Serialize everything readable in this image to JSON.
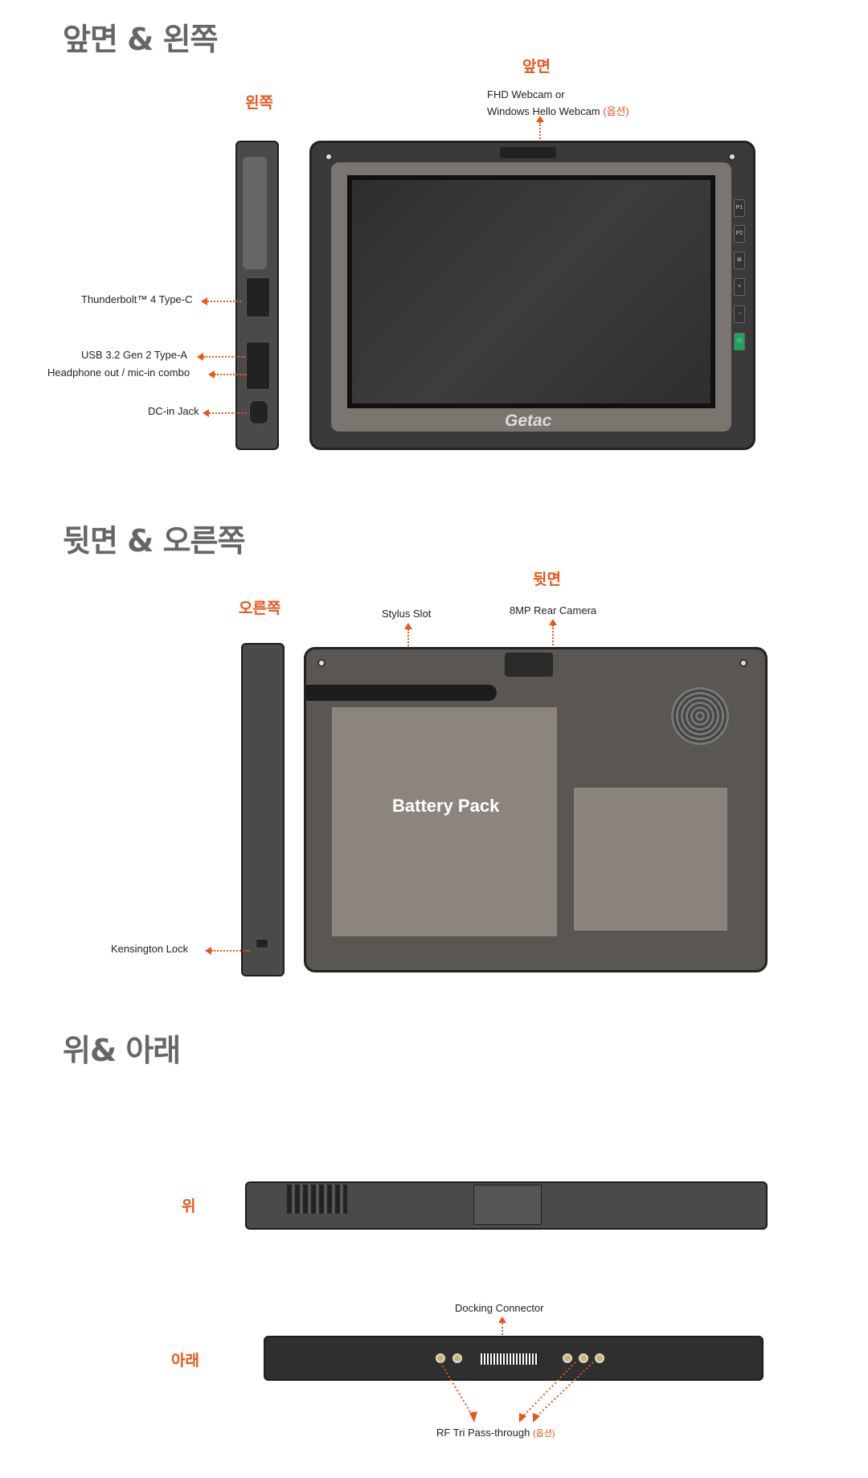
{
  "sections": [
    {
      "title": "앞면 & 왼쪽",
      "front_label": "앞면",
      "side_label": "왼쪽",
      "callouts": {
        "webcam_line1": "FHD Webcam or",
        "webcam_line2": "Windows Hello Webcam",
        "webcam_option": "(옵션)",
        "thunderbolt": "Thunderbolt™ 4 Type-C",
        "usb": "USB 3.2 Gen 2 Type-A",
        "headphone": "Headphone out / mic-in combo",
        "dcin": "DC-in Jack"
      },
      "device": {
        "brand": "Getac",
        "buttons": [
          "P1",
          "P2",
          "⊞",
          "+",
          "−",
          "⏻"
        ]
      }
    },
    {
      "title": "뒷면 & 오른쪽",
      "back_label": "뒷면",
      "side_label": "오른쪽",
      "callouts": {
        "stylus": "Stylus Slot",
        "camera": "8MP Rear Camera",
        "kensington": "Kensington Lock"
      },
      "device": {
        "battery": "Battery Pack"
      }
    },
    {
      "title": "위& 아래",
      "top_label": "위",
      "bottom_label": "아래",
      "callouts": {
        "docking": "Docking Connector",
        "rf": "RF Tri Pass-through",
        "rf_option": "(옵션)"
      }
    }
  ],
  "colors": {
    "accent": "#e8561a",
    "title": "#666666",
    "power_button": "#1fa35a"
  }
}
